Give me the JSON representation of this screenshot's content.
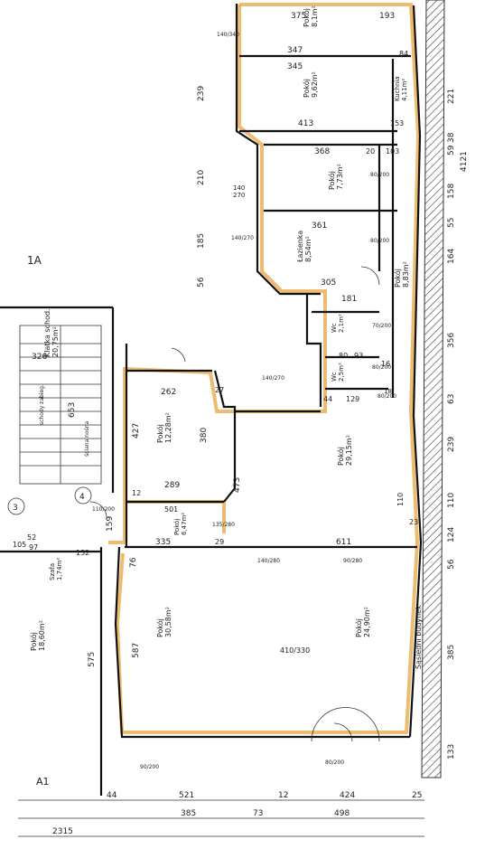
{
  "colors": {
    "paper": "#ffffff",
    "line": "#222222",
    "highlight": "#e8a540",
    "hatch": "#555555"
  },
  "top_dims": [
    "375",
    "193",
    "347",
    "345",
    "413",
    "368",
    "361",
    "305",
    "181",
    "262",
    "289",
    "335",
    "611",
    "501",
    "84",
    "153",
    "103",
    "20",
    "80",
    "44",
    "129",
    "93",
    "16"
  ],
  "left_dims": [
    "239",
    "210",
    "185",
    "56",
    "140",
    "270",
    "427",
    "380",
    "473",
    "159",
    "76",
    "587",
    "575"
  ],
  "right_dims": [
    "221",
    "4121",
    "59",
    "38",
    "158",
    "55",
    "164",
    "356",
    "63",
    "239",
    "110",
    "124",
    "56",
    "385",
    "133"
  ],
  "bottom_dims": [
    "44",
    "521",
    "12",
    "424",
    "25",
    "385",
    "73",
    "498",
    "2315"
  ],
  "rooms": [
    {
      "id": "r1",
      "label": "Pokój",
      "area": "8,1m²"
    },
    {
      "id": "r2",
      "label": "Pokój",
      "area": "9,62m²"
    },
    {
      "id": "r3",
      "label": "Pokój",
      "area": "7,73m²"
    },
    {
      "id": "r4",
      "label": "Łazienka",
      "area": "8,54m²"
    },
    {
      "id": "r5",
      "label": "Pokój",
      "area": "8,83m²"
    },
    {
      "id": "r6",
      "label": "Pokój",
      "area": "12,28m²"
    },
    {
      "id": "r7",
      "label": "Pokój",
      "area": "29,15m²"
    },
    {
      "id": "r8",
      "label": "Pokój",
      "area": "30,58m²"
    },
    {
      "id": "r9",
      "label": "Pokój",
      "area": "24,90m²"
    },
    {
      "id": "r10",
      "label": "Pokój",
      "area": "18,60m²"
    },
    {
      "id": "r11",
      "label": "Pokój",
      "area": "6,47m²"
    },
    {
      "id": "r12",
      "label": "Klatka schod.",
      "area": "20,75m²"
    },
    {
      "id": "r13",
      "label": "Kuchnia",
      "area": "4,11m²"
    },
    {
      "id": "r14",
      "label": "Wc",
      "area": "2,1m²"
    },
    {
      "id": "r15",
      "label": "Wc",
      "area": "2,5m²"
    },
    {
      "id": "r16",
      "label": "Szafa",
      "area": "1,74m²"
    }
  ],
  "doors": [
    "80/200",
    "80/200",
    "80/200",
    "70/200",
    "80/200",
    "140/270",
    "140/270",
    "140/280",
    "135/280",
    "90/280",
    "110/200",
    "80/200",
    "90/200",
    "140/340"
  ],
  "misc_labels": [
    "326",
    "653",
    "schody zabieg.",
    "ściana nośna",
    "Sąsiedni budynek",
    "410/330",
    "A1",
    "1A",
    "3",
    "4",
    "105",
    "132",
    "52",
    "97",
    "27",
    "12",
    "23",
    "29",
    "110",
    "18"
  ]
}
